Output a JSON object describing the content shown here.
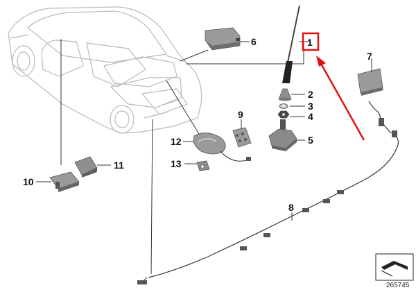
{
  "diagram": {
    "callouts": [
      {
        "id": "callout-1",
        "label": "1",
        "highlighted": true
      },
      {
        "id": "callout-2",
        "label": "2"
      },
      {
        "id": "callout-3",
        "label": "3"
      },
      {
        "id": "callout-4",
        "label": "4"
      },
      {
        "id": "callout-5",
        "label": "5"
      },
      {
        "id": "callout-6",
        "label": "6"
      },
      {
        "id": "callout-7",
        "label": "7"
      },
      {
        "id": "callout-8",
        "label": "8"
      },
      {
        "id": "callout-9",
        "label": "9"
      },
      {
        "id": "callout-10",
        "label": "10"
      },
      {
        "id": "callout-11",
        "label": "11"
      },
      {
        "id": "callout-12",
        "label": "12"
      },
      {
        "id": "callout-13",
        "label": "13"
      }
    ],
    "document_number": "265745",
    "colors": {
      "highlight": "#e01010",
      "lines": "#333333",
      "car_outline": "#b9b9b9",
      "part_fill": "#9a9a9a"
    },
    "icons": [
      "car-outline-icon",
      "antenna-mast-icon",
      "shark-fin-antenna-icon",
      "cable-harness-icon",
      "page-corner-icon"
    ]
  }
}
